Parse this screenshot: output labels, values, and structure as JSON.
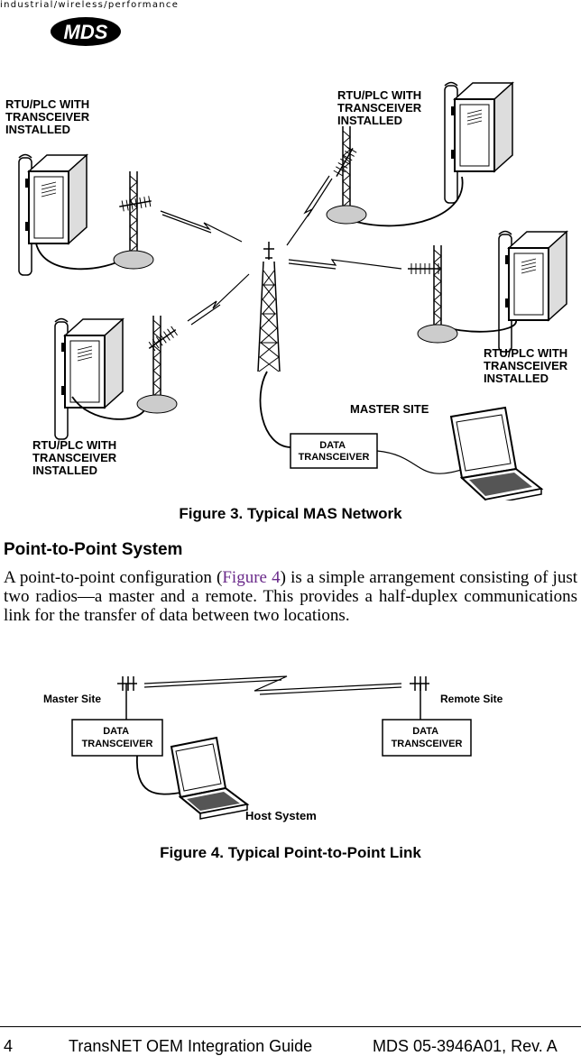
{
  "header": {
    "tagline": "industrial/wireless/performance",
    "logo_text": "MDS"
  },
  "figure3": {
    "labels": {
      "rtu_top_left": [
        "RTU/PLC WITH",
        "TRANSCEIVER",
        "INSTALLED"
      ],
      "rtu_top_right": [
        "RTU/PLC WITH",
        "TRANSCEIVER",
        "INSTALLED"
      ],
      "rtu_mid_right": [
        "RTU/PLC WITH",
        "TRANSCEIVER",
        "INSTALLED"
      ],
      "rtu_bottom_left": [
        "RTU/PLC WITH",
        "TRANSCEIVER",
        "INSTALLED"
      ],
      "master_site": "MASTER SITE",
      "data_transceiver": [
        "DATA",
        "TRANSCEIVER"
      ]
    },
    "caption": "Figure 3. Typical MAS Network"
  },
  "section": {
    "heading": "Point-to-Point System",
    "para_before": "A point-to-point configuration (",
    "para_link": "Figure 4",
    "para_after": ") is a simple arrangement consisting of just two radios—a master and a remote. This provides a half-duplex communications link for the transfer of data between two locations."
  },
  "figure4": {
    "labels": {
      "master_site": "Master Site",
      "remote_site": "Remote Site",
      "data_transceiver": [
        "DATA",
        "TRANSCEIVER"
      ],
      "host_system": "Host System"
    },
    "caption": "Figure 4. Typical Point-to-Point Link"
  },
  "footer": {
    "page_number": "4",
    "title": "TransNET OEM Integration Guide",
    "doc_id": "MDS 05-3946A01, Rev.  A"
  }
}
